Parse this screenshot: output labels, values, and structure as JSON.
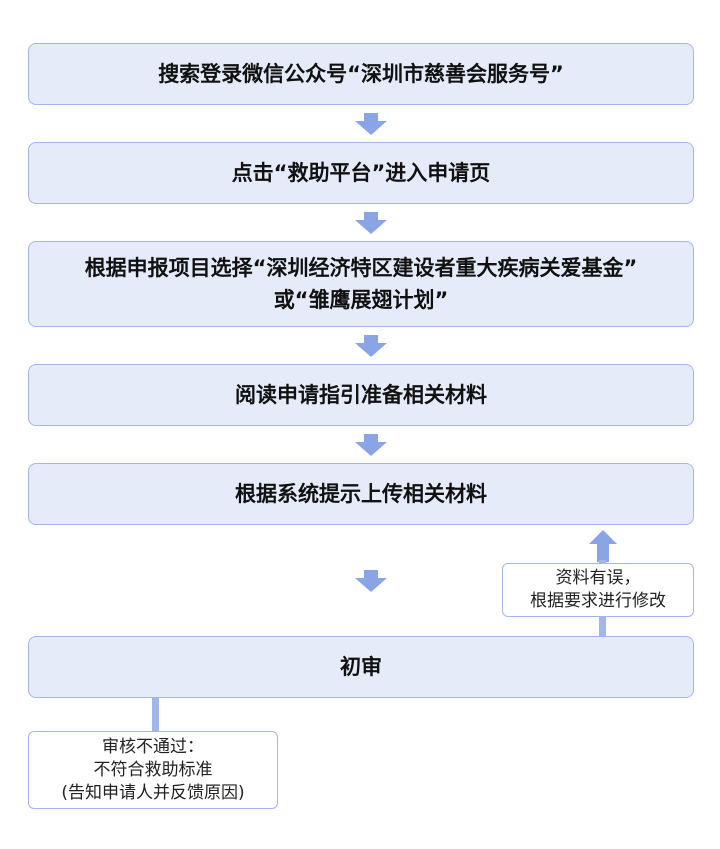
{
  "colors": {
    "box_fill": "#e6ebf9",
    "box_border": "#a3b6ea",
    "arrow": "#8aa5e6",
    "text": "#111111"
  },
  "steps": [
    {
      "lines": [
        "搜索登录微信公众号“深圳市慈善会服务号”"
      ]
    },
    {
      "lines": [
        "点击“救助平台”进入申请页"
      ]
    },
    {
      "lines": [
        "根据申报项目选择“深圳经济特区建设者重大疾病关爱基金”",
        "或“雏鹰展翅计划”"
      ]
    },
    {
      "lines": [
        "阅读申请指引准备相关材料"
      ]
    },
    {
      "lines": [
        "根据系统提示上传相关材料"
      ]
    },
    {
      "lines": [
        "初审"
      ]
    }
  ],
  "return_note": {
    "lines": [
      "资料有误，",
      "根据要求进行修改"
    ]
  },
  "reject_note": {
    "lines": [
      "审核不通过：",
      "不符合救助标准",
      "(告知申请人并反馈原因)"
    ]
  }
}
